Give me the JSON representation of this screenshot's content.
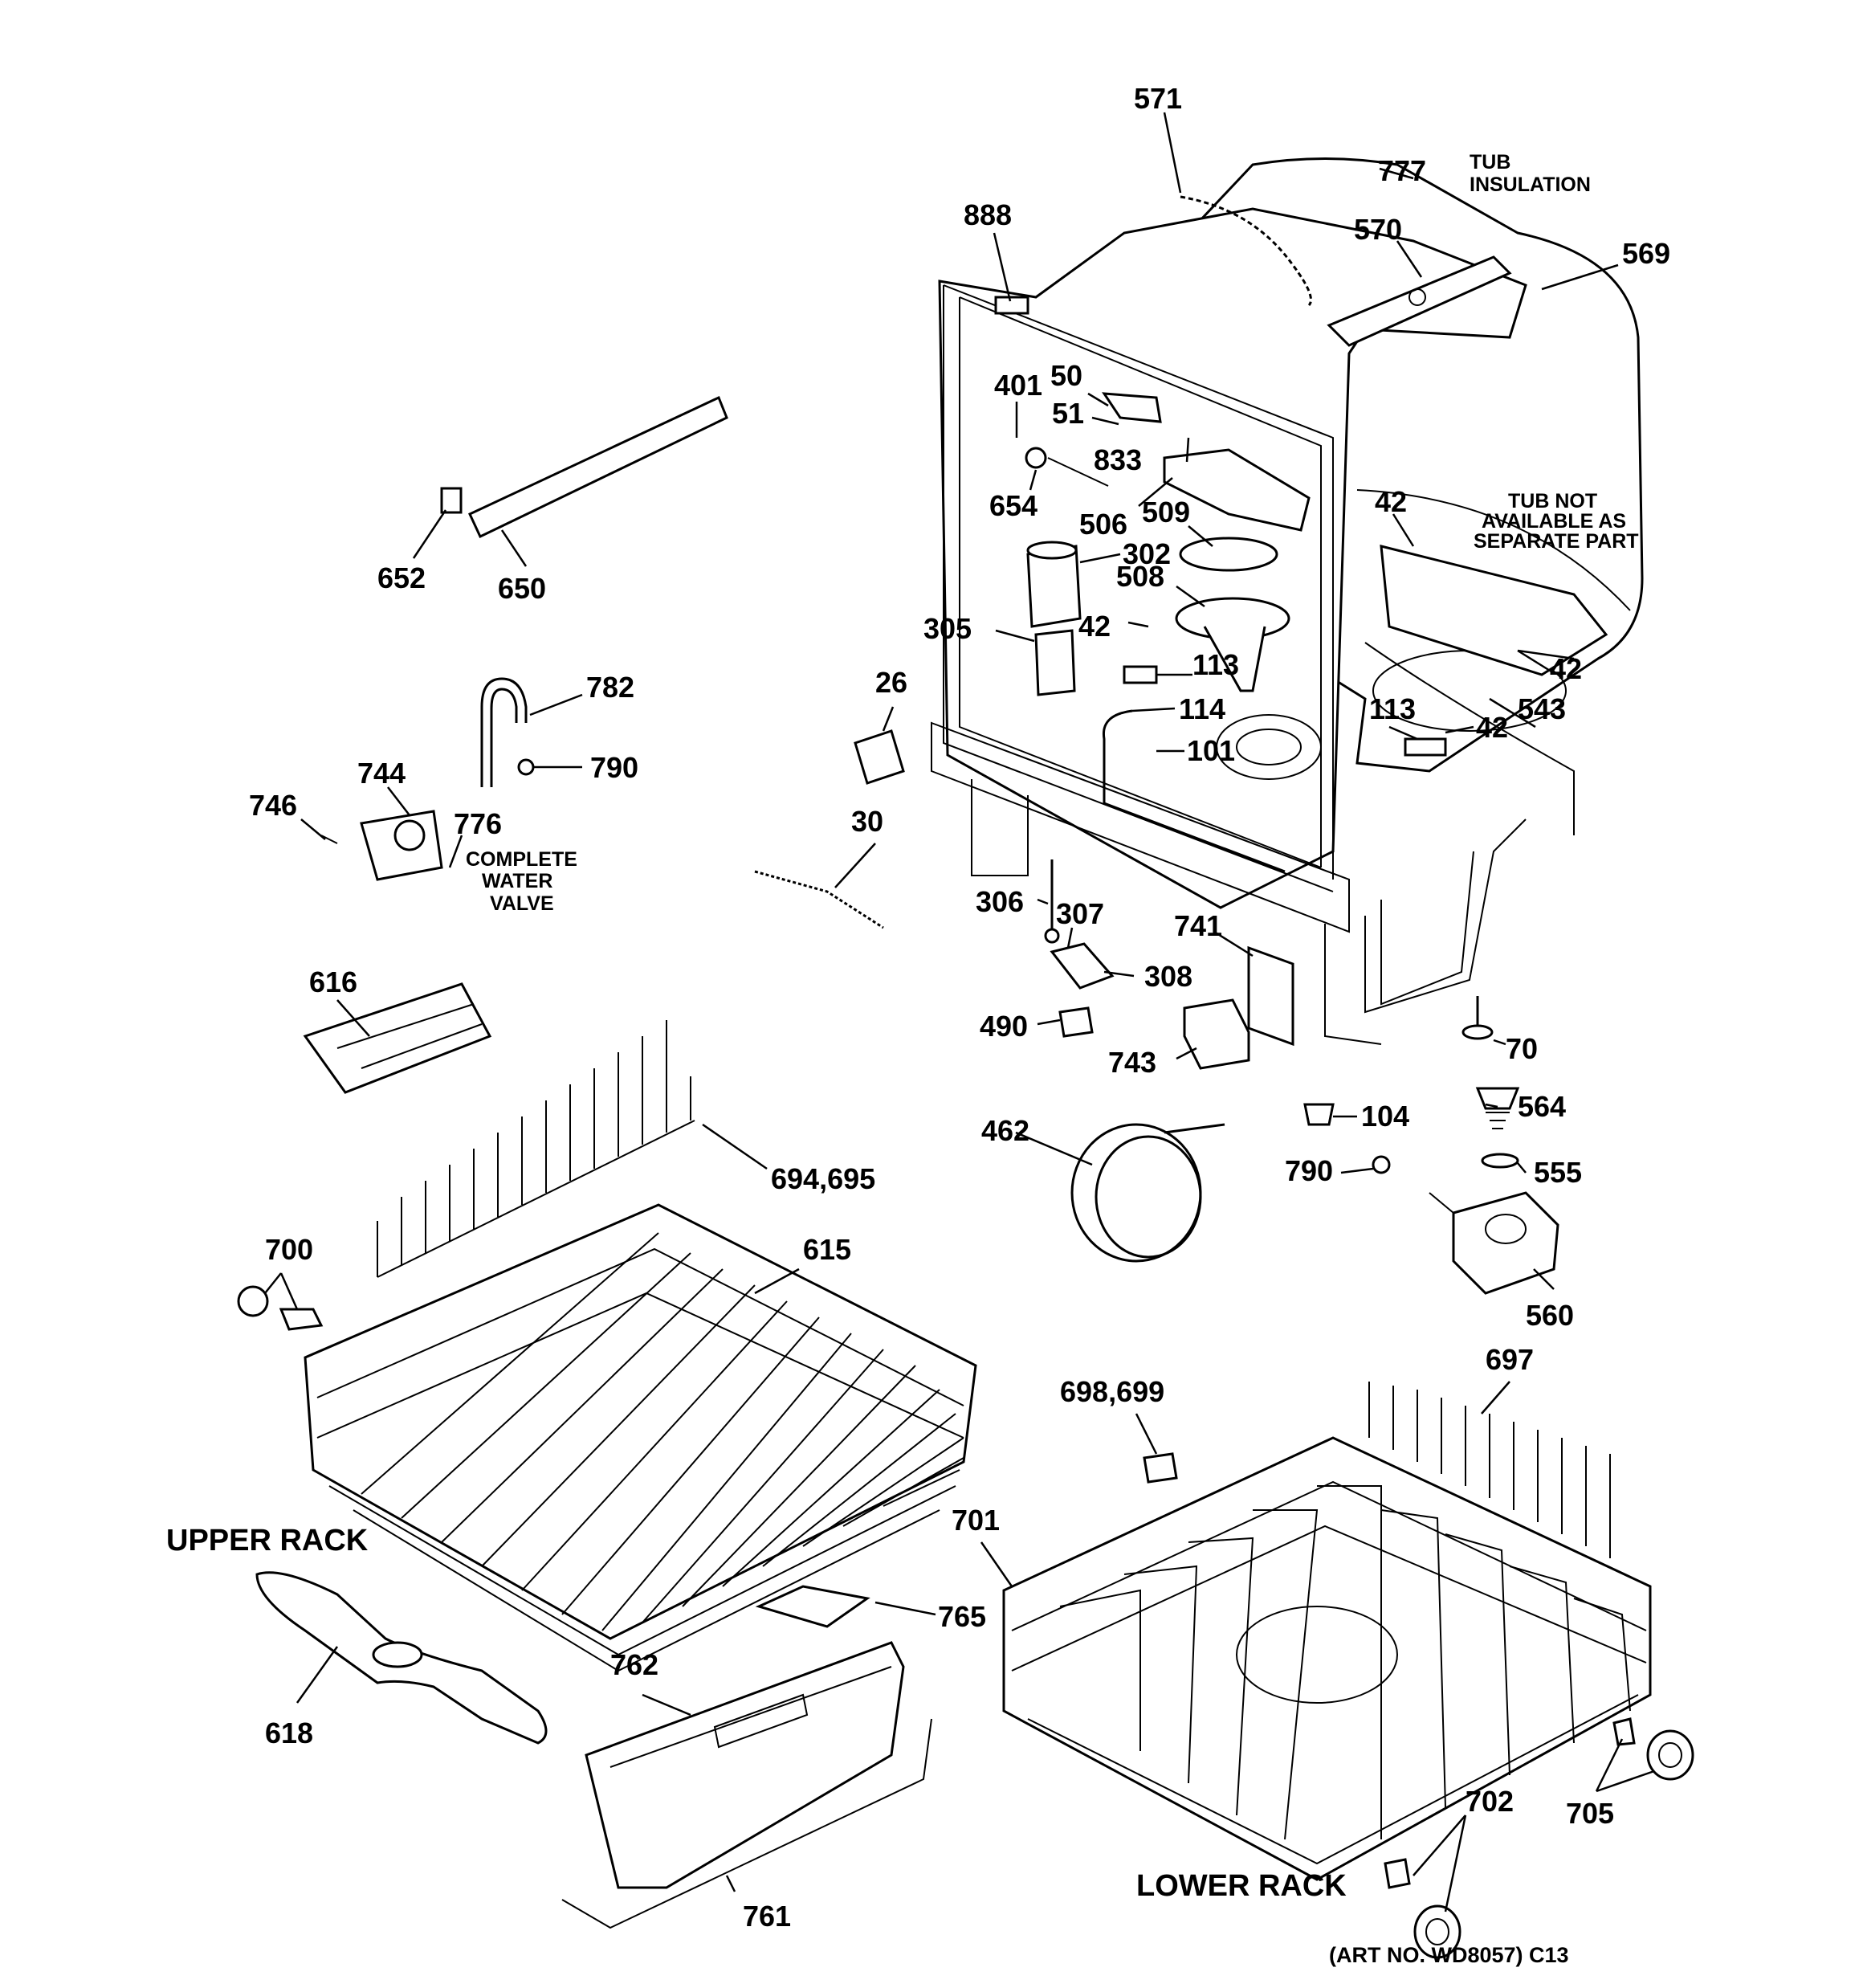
{
  "callouts": {
    "p571": "571",
    "p777": "777",
    "tub_insulation_1": "TUB",
    "tub_insulation_2": "INSULATION",
    "p888": "888",
    "p570": "570",
    "p569": "569",
    "p401": "401",
    "p50": "50",
    "p51": "51",
    "p833": "833",
    "p654": "654",
    "p506": "506",
    "p509": "509",
    "p302": "302",
    "p508": "508",
    "p305": "305",
    "p42a": "42",
    "p113a": "113",
    "p114": "114",
    "p101": "101",
    "p42b": "42",
    "tub_note_1": "TUB NOT",
    "tub_note_2": "AVAILABLE AS",
    "tub_note_3": "SEPARATE PART",
    "p42c": "42",
    "p543": "543",
    "p113b": "113",
    "p42d": "42",
    "p652": "652",
    "p650": "650",
    "p782": "782",
    "p790a": "790",
    "p744": "744",
    "p746": "746",
    "p776": "776",
    "valve_1": "COMPLETE",
    "valve_2": "WATER",
    "valve_3": "VALVE",
    "p26": "26",
    "p30": "30",
    "p306": "306",
    "p307": "307",
    "p741": "741",
    "p308": "308",
    "p490": "490",
    "p743": "743",
    "p70": "70",
    "p616": "616",
    "p462": "462",
    "p104": "104",
    "p564": "564",
    "p790b": "790",
    "p555": "555",
    "p560": "560",
    "p694": "694,695",
    "p700": "700",
    "p615": "615",
    "p697": "697",
    "p698": "698,699",
    "p701": "701",
    "p765": "765",
    "p762": "762",
    "p618": "618",
    "p702": "702",
    "p705": "705",
    "p761": "761"
  },
  "sections": {
    "upper_rack": "UPPER RACK",
    "lower_rack": "LOWER RACK"
  },
  "art_number": "(ART NO. WD8057) C13"
}
